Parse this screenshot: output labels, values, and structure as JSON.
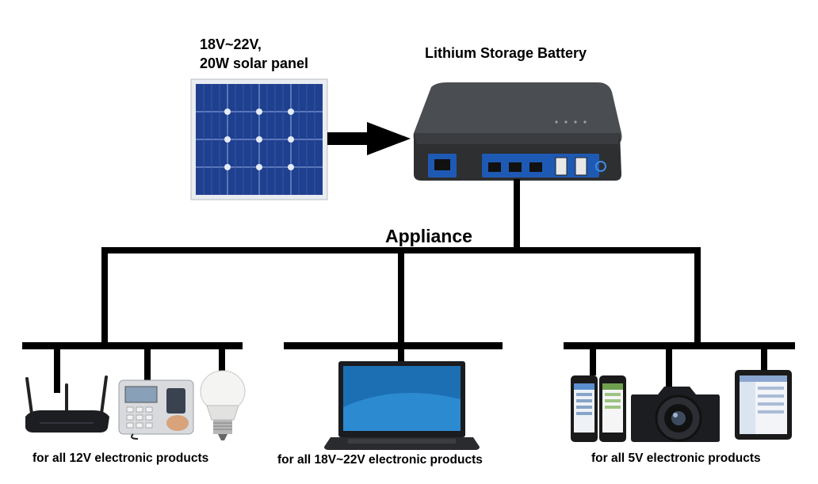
{
  "solar_panel": {
    "label_line1": "18V~22V,",
    "label_line2": "20W solar panel"
  },
  "battery": {
    "title": "Lithium Storage Battery"
  },
  "appliance_label": "Appliance",
  "groups": [
    {
      "caption": "for all 12V electronic products"
    },
    {
      "caption": "for all 18V~22V electronic products"
    },
    {
      "caption": "for all 5V electronic products"
    }
  ],
  "colors": {
    "wire": "#000000",
    "solar_cell": "#1f3f8f",
    "battery_body": "#2d2f31",
    "port_panel": "#1e5ab4",
    "power_button": "#3c8ce6"
  }
}
